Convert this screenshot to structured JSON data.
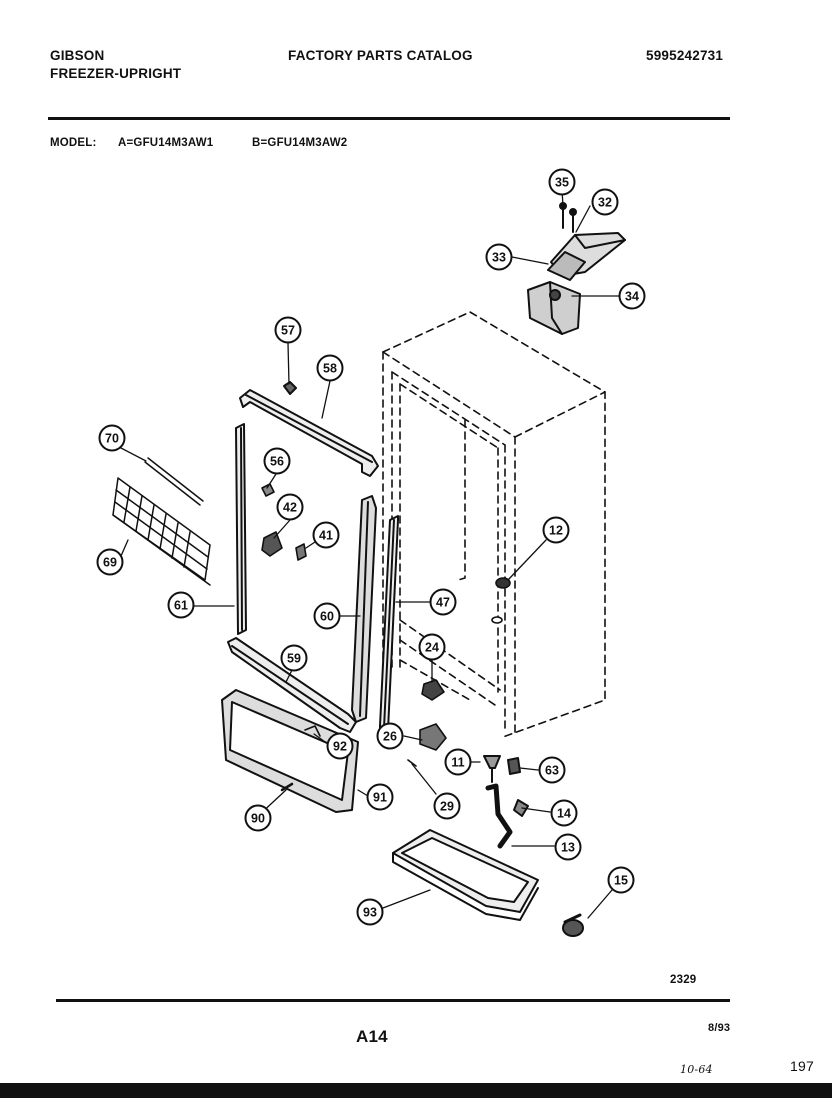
{
  "header": {
    "brand": "GIBSON",
    "product_type": "FREEZER-UPRIGHT",
    "catalog_title": "FACTORY PARTS CATALOG",
    "catalog_number": "5995242731"
  },
  "models": {
    "label": "MODEL:",
    "model_a": "A=GFU14M3AW1",
    "model_b": "B=GFU14M3AW2"
  },
  "footer": {
    "drawing_number": "2329",
    "page_code": "A14",
    "date": "8/93",
    "handwritten_note": "10-64",
    "handwritten_mark": "197"
  },
  "callouts": [
    {
      "id": "c35",
      "label": "35"
    },
    {
      "id": "c32",
      "label": "32"
    },
    {
      "id": "c33",
      "label": "33"
    },
    {
      "id": "c34",
      "label": "34"
    },
    {
      "id": "c57",
      "label": "57"
    },
    {
      "id": "c58",
      "label": "58"
    },
    {
      "id": "c70",
      "label": "70"
    },
    {
      "id": "c56",
      "label": "56"
    },
    {
      "id": "c42",
      "label": "42"
    },
    {
      "id": "c41",
      "label": "41"
    },
    {
      "id": "c69",
      "label": "69"
    },
    {
      "id": "c61",
      "label": "61"
    },
    {
      "id": "c60",
      "label": "60"
    },
    {
      "id": "c47",
      "label": "47"
    },
    {
      "id": "c12",
      "label": "12"
    },
    {
      "id": "c24",
      "label": "24"
    },
    {
      "id": "c59",
      "label": "59"
    },
    {
      "id": "c92",
      "label": "92"
    },
    {
      "id": "c26",
      "label": "26"
    },
    {
      "id": "c11",
      "label": "11"
    },
    {
      "id": "c63",
      "label": "63"
    },
    {
      "id": "c91",
      "label": "91"
    },
    {
      "id": "c29",
      "label": "29"
    },
    {
      "id": "c14",
      "label": "14"
    },
    {
      "id": "c90",
      "label": "90"
    },
    {
      "id": "c13",
      "label": "13"
    },
    {
      "id": "c15",
      "label": "15"
    },
    {
      "id": "c93",
      "label": "93"
    }
  ]
}
